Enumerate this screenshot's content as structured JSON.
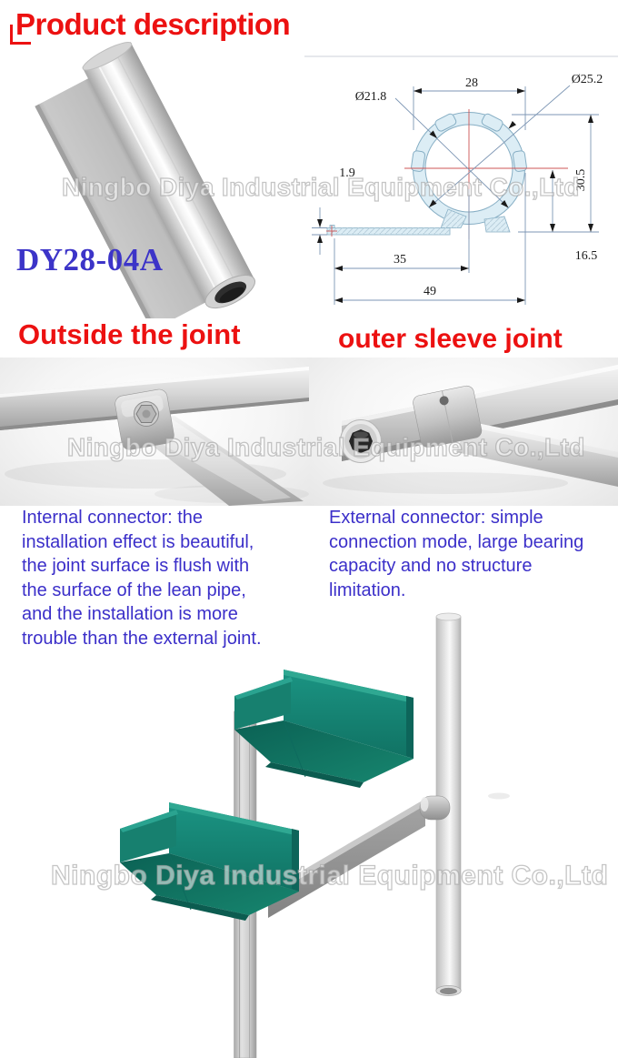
{
  "header": {
    "title": "Product description"
  },
  "product": {
    "model": "DY28-04A"
  },
  "watermark": {
    "text": "Ningbo Diya Industrial Equipment Co.,Ltd"
  },
  "drawing": {
    "inner_diameter": "Ø21.8",
    "outer_diameter": "Ø25.2",
    "top_width": "28",
    "flange_thickness": "1.9",
    "overall_height": "30.5",
    "flange_length": "35",
    "overall_width": "49",
    "center_to_bottom": "16.5"
  },
  "joints": {
    "left_heading": "Outside the joint",
    "right_heading": "outer sleeve joint",
    "left_description": "Internal connector: the\ninstallation effect is beautiful,\nthe joint surface is flush with\nthe surface of the lean pipe,\nand the installation is more\ntrouble than the external joint.",
    "right_description": "External connector: simple\nconnection mode, large bearing\ncapacity and no structure\nlimitation."
  },
  "colors": {
    "heading_red": "#EC1111",
    "model_blue": "#3C34C8",
    "body_blue": "#3B2FC9",
    "hopper_teal": "#148070",
    "drawing_line_blue": "#7D96B4",
    "profile_fill_blue": "#DCEDF5",
    "centerline_red": "#CC5555"
  }
}
